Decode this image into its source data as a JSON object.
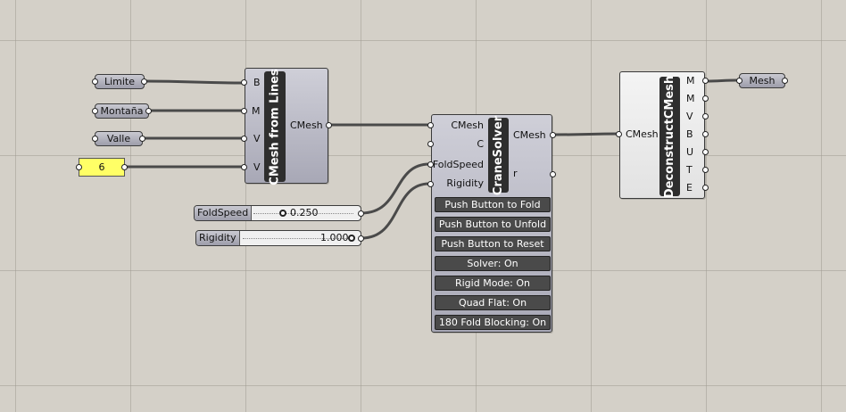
{
  "colors": {
    "canvas": "#d4d0c8",
    "panel_fill": "#ffff66",
    "component_fill": "#b8b8c4",
    "button_fill": "#4a4a4a",
    "wire": "#4a4a4a"
  },
  "params": {
    "limite": "Limite",
    "montana": "Montaña",
    "valle": "Valle",
    "mesh": "Mesh"
  },
  "panel": {
    "value": "6"
  },
  "cmesh_from_lines": {
    "title": "CMesh from Lines",
    "inputs": [
      "B",
      "M",
      "V",
      "V"
    ],
    "output": "CMesh"
  },
  "sliders": {
    "foldspeed": {
      "name": "FoldSpeed",
      "value": "0.250",
      "level": 0.25
    },
    "rigidity": {
      "name": "Rigidity",
      "value": "1.000",
      "level": 1.0
    }
  },
  "crane_solver": {
    "title": "CraneSolver",
    "inputs": [
      "CMesh",
      "C",
      "FoldSpeed",
      "Rigidity"
    ],
    "outputs": [
      "CMesh",
      "r"
    ],
    "buttons": [
      "Push Button to Fold",
      "Push Button to Unfold",
      "Push Button to Reset",
      "Solver: On",
      "Rigid Mode: On",
      "Quad Flat: On",
      "180 Fold Blocking: On"
    ]
  },
  "deconstruct": {
    "title": "DeconstructCMesh",
    "input": "CMesh",
    "outputs": [
      "M",
      "M",
      "V",
      "B",
      "U",
      "T",
      "E"
    ]
  }
}
